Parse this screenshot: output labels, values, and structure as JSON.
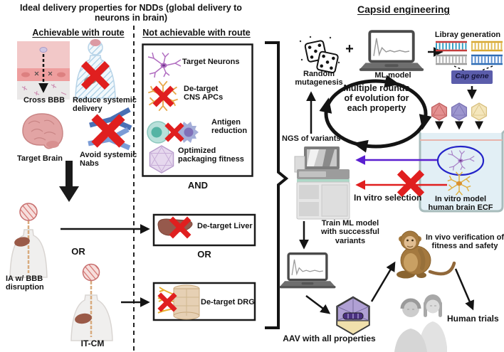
{
  "figure": {
    "left": {
      "title": "Ideal delivery properties for NDDs (global delivery to\nneurons in brain)",
      "achievable_header": "Achievable with route",
      "cross_bbb": "Cross BBB",
      "reduce_systemic": "Reduce systemic\ndelivery",
      "target_brain": "Target Brain",
      "avoid_nabs": "Avoid systemic\nNabs",
      "ia_bbb": "IA w/ BBB\ndisruption",
      "or_label": "OR",
      "it_cm": "IT-CM"
    },
    "middle": {
      "header": "Not achievable with route",
      "target_neurons": "Target Neurons",
      "detarget_cns": "De-target\nCNS APCs",
      "antigen_reduction": "Antigen\nreduction",
      "packaging": "Optimized\npackaging fitness",
      "and_label": "AND",
      "detarget_liver": "De-target Liver",
      "or_label": "OR",
      "detarget_drg": "De-target DRG"
    },
    "right": {
      "title": "Capsid engineering",
      "random_mutagenesis": "Random\nmutagenesis",
      "plus": "+",
      "ml_model": "ML model",
      "library_generation": "Libray generation",
      "cap_gene": "Cap gene",
      "cycle": "Multiple rounds\nof evolution for\neach property",
      "ngs": "NGS of variants",
      "in_vitro_selection": "In vitro selection",
      "in_vitro_model": "In vitro model\nhuman brain ECF",
      "train_ml": "Train ML model\nwith successful\nvariants",
      "aav_all": "AAV with all properties",
      "in_vivo": "In vivo verification of\nfitness and safety",
      "human_trials": "Human trials"
    },
    "colors": {
      "red_x": "#e01f1f",
      "purple_arrow": "#5a1fd0",
      "red_arrow": "#e01f1f",
      "cap_gene_box": "#5b5dab",
      "beaker_fill": "#e2eff5"
    }
  }
}
